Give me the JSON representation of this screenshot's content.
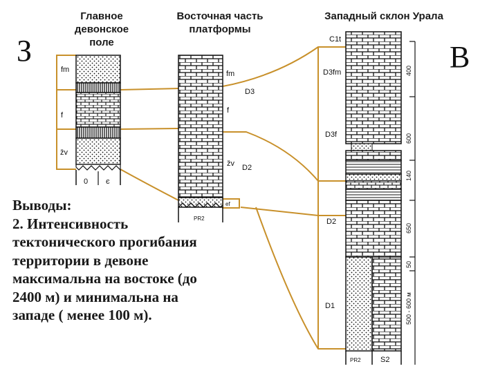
{
  "headers": {
    "col1": [
      "Главное",
      "девонское",
      "поле"
    ],
    "col2": [
      "Восточная часть",
      "платформы"
    ],
    "col3": [
      "Западный склон Урала"
    ]
  },
  "side_labels": {
    "west": "З",
    "east": "В"
  },
  "col1_labels": {
    "fm": "fm",
    "f": "f",
    "zv": "žv",
    "base_left": "0",
    "base_right": "є"
  },
  "col2_labels": {
    "fm": "fm",
    "f": "f",
    "zv": "žv",
    "d3": "D3",
    "d2": "D2",
    "ef": "ef",
    "pr": "PR2"
  },
  "col3_labels": {
    "c1t": "C1t",
    "d3fm": "D3fm",
    "d3f": "D3f",
    "d2": "D2",
    "d1": "D1",
    "pr": "PR2",
    "s2": "S2"
  },
  "thickness_labels": [
    "400",
    "600",
    "140",
    "650",
    "50",
    "500 - 600 м"
  ],
  "conclusion": {
    "title": "Выводы:",
    "lines": [
      "2. Интенсивность",
      "тектонического прогибания",
      "территории в девоне",
      "максимальна на востоке (до",
      "2400 м) и минимальна на",
      "западе ( менее 100 м)."
    ]
  },
  "colors": {
    "ink": "#111111",
    "correlation": "#c8902a",
    "background": "#ffffff"
  }
}
